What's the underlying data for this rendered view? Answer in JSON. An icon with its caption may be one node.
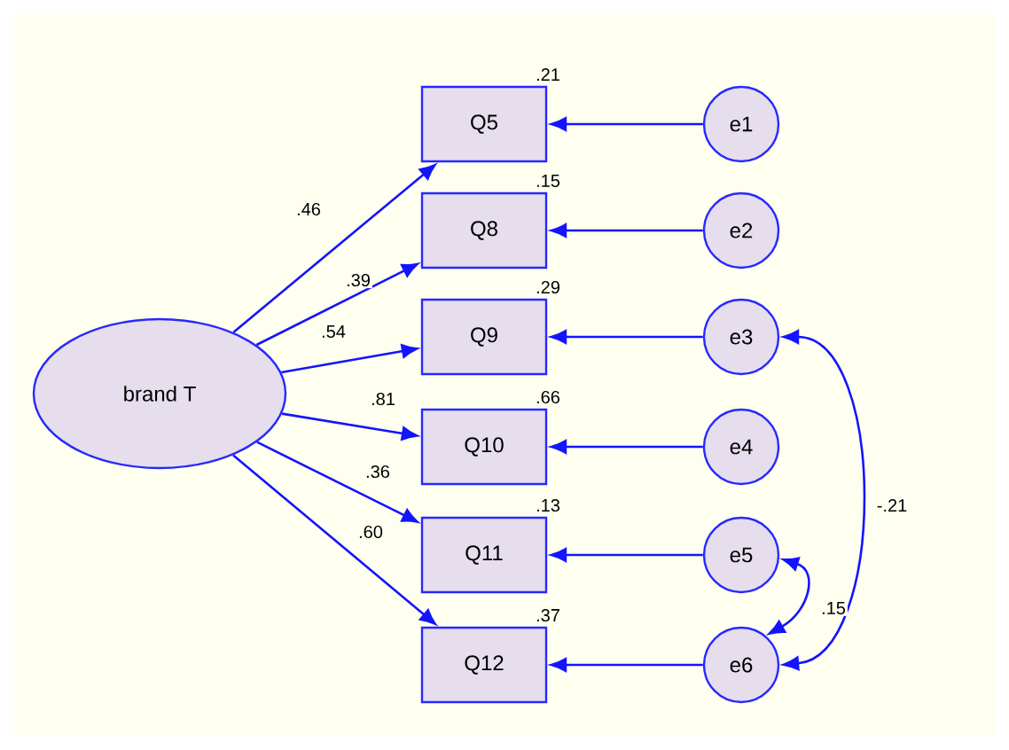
{
  "diagram": {
    "nodes": [
      {
        "text": [
          "brand T"
        ]
      },
      {
        "text": [
          "Q5"
        ],
        "beside": [
          ".21"
        ]
      },
      {
        "text": [
          "Q8"
        ],
        "beside": [
          ".15"
        ]
      },
      {
        "text": [
          "Q9"
        ],
        "beside": [
          ".29"
        ]
      },
      {
        "text": [
          "Q10"
        ],
        "beside": [
          ".66"
        ]
      },
      {
        "text": [
          "Q11"
        ],
        "beside": [
          ".13"
        ]
      },
      {
        "text": [
          "Q12"
        ],
        "beside": [
          ".37"
        ]
      },
      {
        "text": [
          "e1"
        ]
      },
      {
        "text": [
          "e2"
        ]
      },
      {
        "text": [
          "e3"
        ]
      },
      {
        "text": [
          "e4"
        ]
      },
      {
        "text": [
          "e5"
        ]
      },
      {
        "text": [
          "e6"
        ]
      }
    ],
    "edges": [
      {
        "from": 0,
        "to": 1,
        "arrow": "to",
        "label": ".46"
      },
      {
        "from": 0,
        "to": 2,
        "arrow": "to",
        "label": ".39"
      },
      {
        "from": 0,
        "to": 3,
        "arrow": "to",
        "label": ".54"
      },
      {
        "from": 0,
        "to": 4,
        "arrow": "to",
        "label": ".81"
      },
      {
        "from": 0,
        "to": 5,
        "arrow": "to",
        "label": ".36"
      },
      {
        "from": 0,
        "to": 6,
        "arrow": "to",
        "label": ".60"
      },
      {
        "from": 7,
        "to": 1,
        "arrow": "to"
      },
      {
        "from": 8,
        "to": 2,
        "arrow": "to"
      },
      {
        "from": 9,
        "to": 3,
        "arrow": "to"
      },
      {
        "from": 10,
        "to": 4,
        "arrow": "to"
      },
      {
        "from": 11,
        "to": 5,
        "arrow": "to"
      },
      {
        "from": 12,
        "to": 6,
        "arrow": "to"
      },
      {
        "from": 12,
        "to": 9,
        "arrow": "both",
        "label": "-.21"
      },
      {
        "from": 12,
        "to": 11,
        "arrow": "both",
        "label": ".15"
      }
    ]
  }
}
